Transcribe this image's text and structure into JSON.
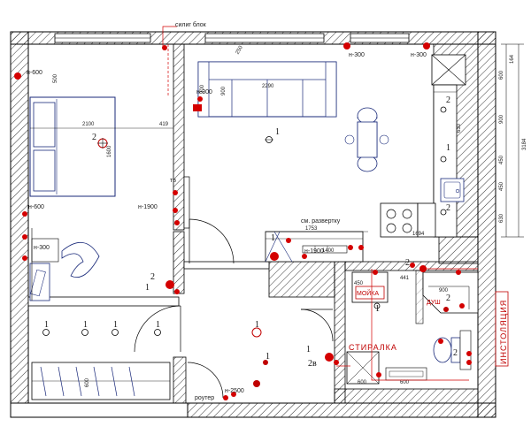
{
  "labels": {
    "silig_block": "силиг блок",
    "sm_razvertku": "см. развертку",
    "moika": "МОЙКА",
    "stiralka": "СТИРАЛКА",
    "instalyaciya": "ИНСТОЛЯЦИЯ",
    "router": "роутер",
    "tv": "тв",
    "bed_size": "2100",
    "sofa_size": "2290",
    "dim_419": "419",
    "dim_1600": "1600",
    "dim_250": "250",
    "dim_900_a": "900",
    "dim_1753": "1753",
    "dim_1694": "1694",
    "dim_1400": "1400",
    "dim_450_a": "450",
    "dim_900_b": "900",
    "dim_441": "441",
    "dim_600_a": "600",
    "dim_600_b": "600",
    "dim_600_c": "600",
    "dim_630": "630",
    "dim_164": "164",
    "dim_3184": "3184",
    "dim_600_r": "600",
    "dim_900_r": "900",
    "dim_450_r1": "450",
    "dim_450_r2": "450",
    "dim_630_r": "630",
    "dim_500": "500",
    "dim_900_ac": "900"
  },
  "heights": {
    "h600_a": "н-600",
    "h300_a": "н-300",
    "h300_b": "н-300",
    "h300_c": "н-300",
    "h600_b": "н-600",
    "h1900": "н-1900",
    "h300_d": "н-300",
    "h1900_b": "н-1900",
    "h2500": "н-2500"
  },
  "markers": {
    "m1": "1",
    "m2": "2",
    "m2b": "2",
    "m1b": "1",
    "m2c": "2",
    "m1c": "1",
    "m1d": "1",
    "m1e": "1",
    "m1f": "1",
    "m1g": "1",
    "m2d": "2",
    "m1h": "1",
    "m1i": "1",
    "m1j": "1",
    "m1k": "1",
    "m2v": "2в",
    "m1l": "1",
    "m2e": "2",
    "m2f": "2",
    "m2g": "2"
  },
  "colors": {
    "wall": "#000000",
    "accent": "#d40000",
    "furniture": "#1a2a7a"
  }
}
